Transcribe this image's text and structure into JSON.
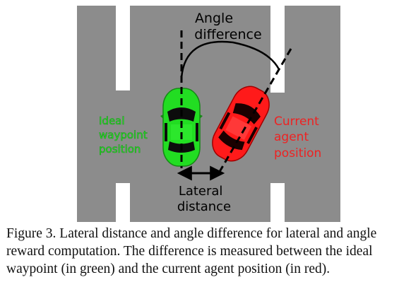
{
  "colors": {
    "road": "#8c8c8c",
    "lane_marking": "#ffffff",
    "ideal_car": "#22dd22",
    "agent_car": "#ff1a1a",
    "annotation": "#000000",
    "ideal_label": "#2ee62e",
    "agent_label": "#ee2222"
  },
  "labels": {
    "angle_difference": [
      "Angle",
      "difference"
    ],
    "ideal_waypoint": [
      "Ideal",
      "waypoint",
      "position"
    ],
    "current_agent": [
      "Current",
      "agent",
      "position"
    ],
    "lateral_distance": [
      "Lateral",
      "distance"
    ]
  },
  "caption": {
    "lines": [
      "Figure 3. Lateral distance and angle difference for lateral and angle",
      "reward computation.  The difference is measured between the ideal",
      "waypoint (in green) and the current agent position (in red)."
    ]
  }
}
